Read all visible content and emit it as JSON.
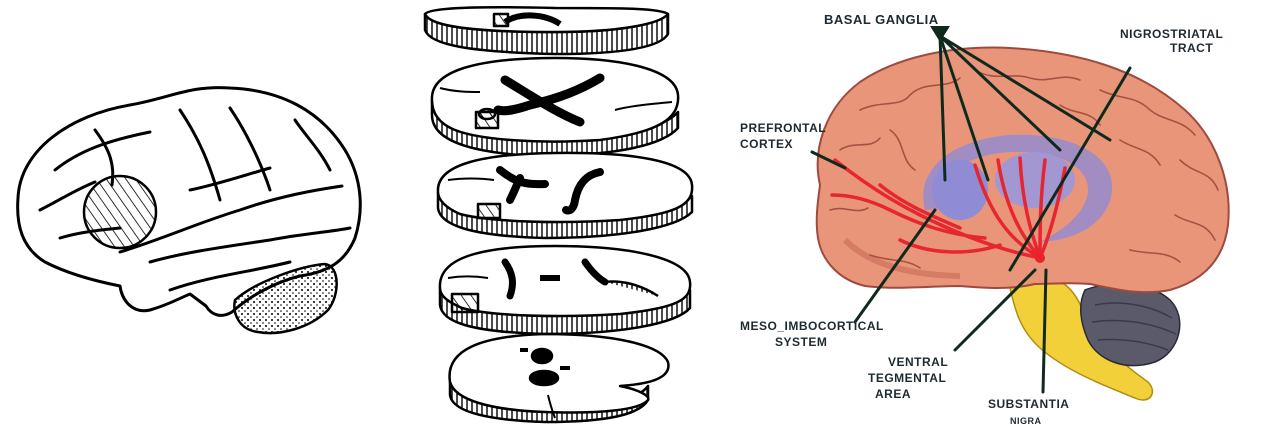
{
  "labels": {
    "basal_ganglia": "BASAL GANGLIA",
    "nigrostriatal_line1": "NIGROSTRIATAL",
    "nigrostriatal_line2": "TRACT",
    "prefrontal_line1": "PREFRONTAL",
    "prefrontal_line2": "CORTEX",
    "mesolimbic_line1": "MESO_IMBOCORTICAL",
    "mesolimbic_line2": "SYSTEM",
    "vta_line1": "VENTRAL",
    "vta_line2": "TEGMENTAL",
    "vta_line3": "AREA",
    "substantia_line1": "SUBSTANTIA",
    "substantia_line2": "NIGRA"
  },
  "colors": {
    "cortex": "#e9957a",
    "cortex_shade": "#c96a55",
    "gyri_line": "#9e4b3e",
    "basal_ganglia": "#8f8bd4",
    "pathway": "#e8212b",
    "cerebellum": "#5a5a6a",
    "brainstem": "#f2d03a",
    "pointer_line": "#0f2a1c"
  }
}
